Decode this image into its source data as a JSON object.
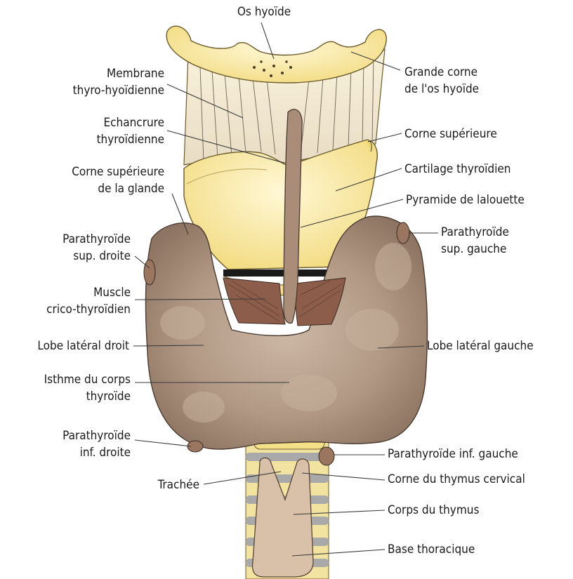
{
  "labels": {
    "os_hyoide": "Os hyoïde",
    "membrane_1": "Membrane",
    "membrane_2": "thyro-hyoïdienne",
    "echancrure_1": "Echancrure",
    "echancrure_2": "thyroïdienne",
    "corne_glande_1": "Corne supérieure",
    "corne_glande_2": "de la glande",
    "parathy_sup_droite_1": "Parathyroïde",
    "parathy_sup_droite_2": "sup. droite",
    "muscle_1": "Muscle",
    "muscle_2": "crico-thyroïdien",
    "lobe_droit": "Lobe latéral droit",
    "isthme_1": "Isthme du corps",
    "isthme_2": "thyroïde",
    "parathy_inf_droite_1": "Parathyroïde",
    "parathy_inf_droite_2": "inf. droite",
    "trachee": "Trachée",
    "grande_corne_1": "Grande corne",
    "grande_corne_2": "de l'os hyoïde",
    "corne_sup": "Corne supérieure",
    "cartilage": "Cartilage thyroïdien",
    "pyramide": "Pyramide de lalouette",
    "parathy_sup_gauche_1": "Parathyroïde",
    "parathy_sup_gauche_2": "sup. gauche",
    "lobe_gauche": "Lobe latéral gauche",
    "parathy_inf_gauche": "Parathyroïde inf. gauche",
    "corne_thymus": "Corne du thymus cervical",
    "corps_thymus": "Corps du thymus",
    "base_thoracique": "Base thoracique"
  },
  "colors": {
    "bone_yellow": "#f6e59a",
    "bone_outline": "#6b5a2a",
    "gland_brown": "#a58a76",
    "gland_light": "#cdb8a6",
    "gland_outline": "#4a3a30",
    "muscle_red": "#8a5a48",
    "trachea_gray": "#a0a0a0",
    "thymus_tan": "#d8bfa8"
  }
}
